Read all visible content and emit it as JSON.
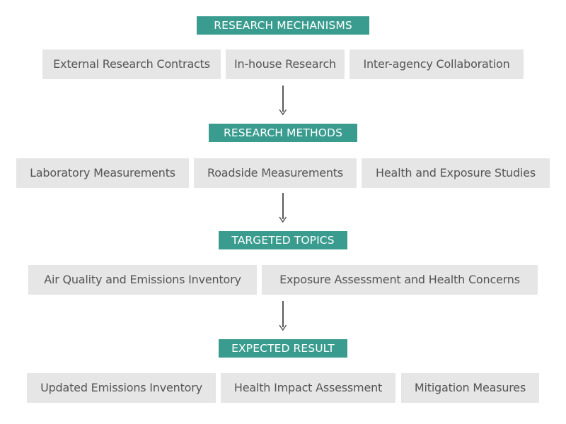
{
  "sections": [
    {
      "title": "RESEARCH MECHANISMS",
      "items": [
        "External Research Contracts",
        "In-house Research",
        "Inter-agency Collaboration"
      ]
    },
    {
      "title": "RESEARCH METHODS",
      "items": [
        "Laboratory Measurements",
        "Roadside Measurements",
        "Health and Exposure Studies"
      ]
    },
    {
      "title": "TARGETED TOPICS",
      "items": [
        "Air Quality and Emissions Inventory",
        "Exposure Assessment and Health Concerns"
      ]
    },
    {
      "title": "EXPECTED RESULT",
      "items": [
        "Updated Emissions Inventory",
        "Health Impact Assessment",
        "Mitigation Measures"
      ]
    }
  ],
  "colors": {
    "header_bg": "#3a9c8f",
    "box_bg": "#e6e6e6",
    "arrow": "#5a5a5a"
  }
}
